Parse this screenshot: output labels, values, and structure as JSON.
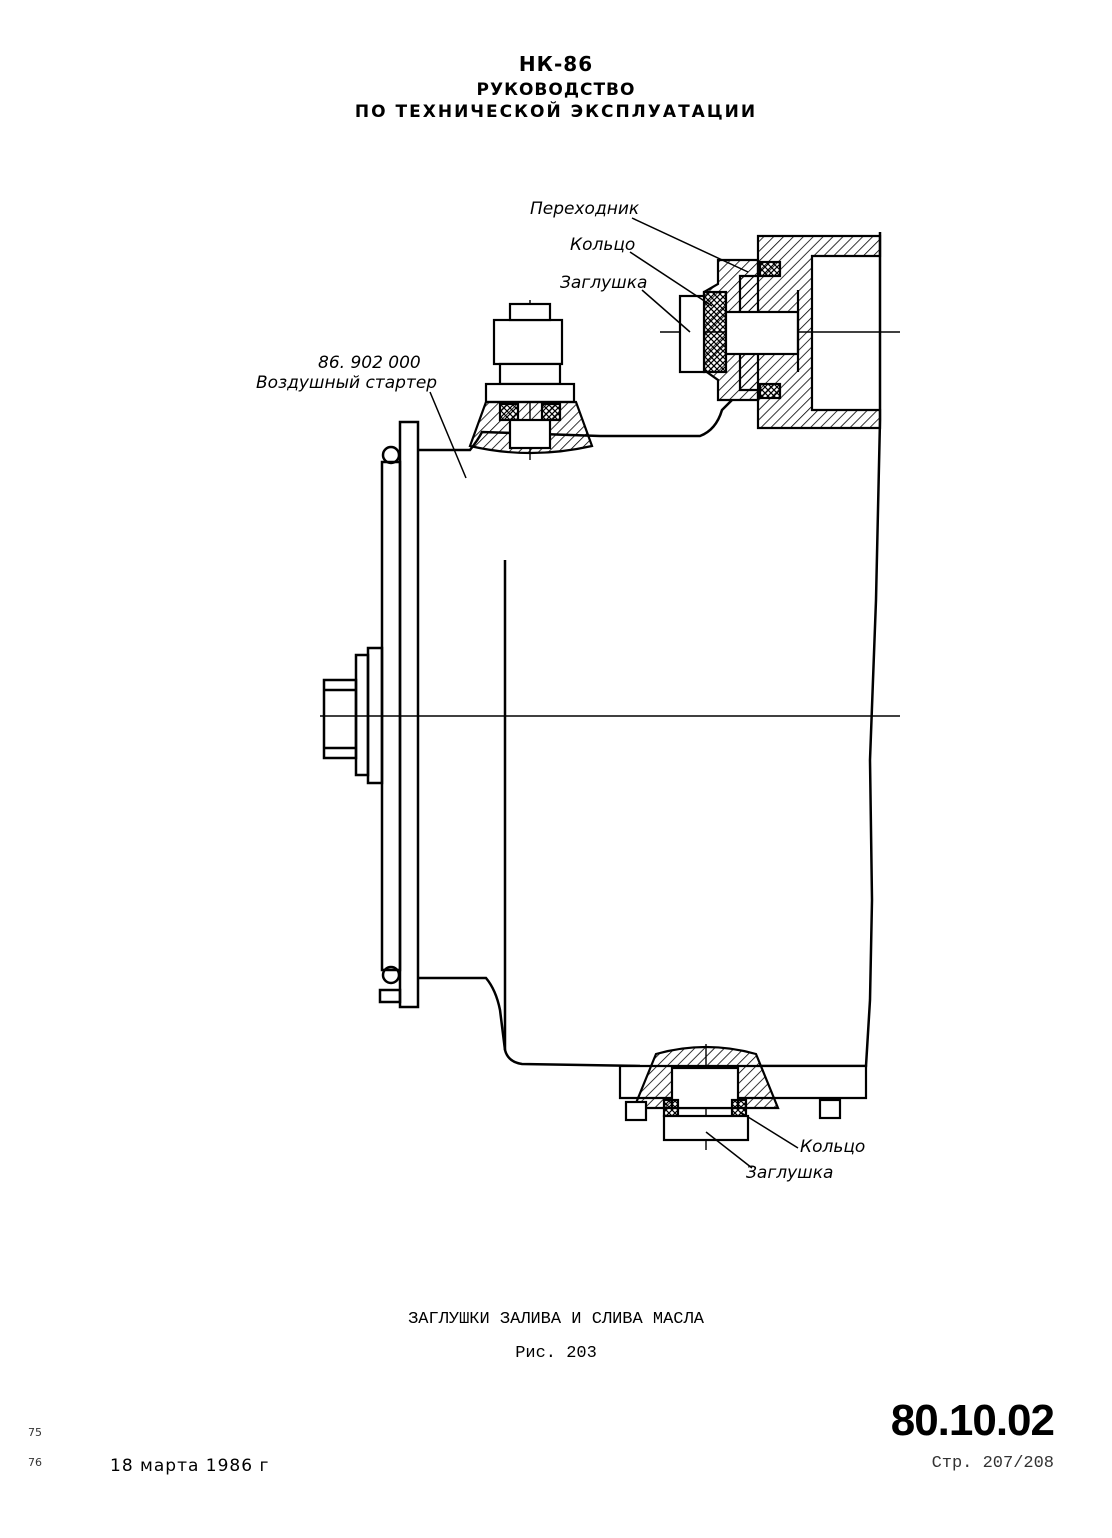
{
  "header": {
    "code": "НК-86",
    "line1": "РУКОВОДСТВО",
    "line2": "ПО ТЕХНИЧЕСКОЙ ЭКСПЛУАТАЦИИ"
  },
  "labels": {
    "adapter": "Переходник",
    "ring_top": "Кольцо",
    "plug_top": "Заглушка",
    "part_number": "86. 902 000",
    "starter": "Воздушный стартер",
    "ring_bottom": "Кольцо",
    "plug_bottom": "Заглушка"
  },
  "caption": "ЗАГЛУШКИ ЗАЛИВА И СЛИВА МАСЛА",
  "figure": "Рис. 203",
  "footer": {
    "doc_code": "80.10.02",
    "date": "18 марта 1986 г",
    "page": "Стр. 207/208",
    "margin_top": "75",
    "margin_bottom": "76"
  }
}
